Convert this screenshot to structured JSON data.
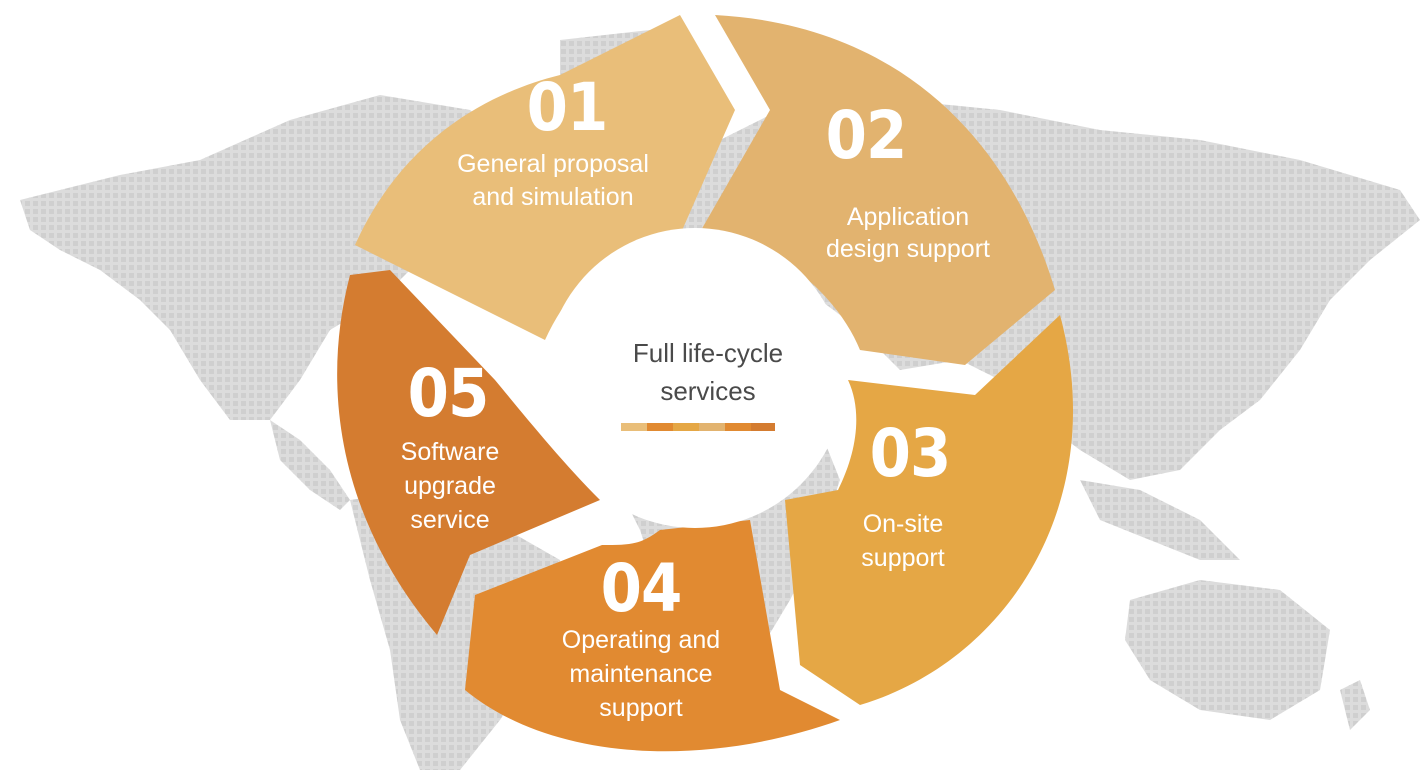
{
  "center": {
    "line1": "Full life-cycle",
    "line2": "services"
  },
  "segments": [
    {
      "number": "01",
      "lines": [
        "General proposal",
        "and simulation"
      ],
      "color": "#E9BE79"
    },
    {
      "number": "02",
      "lines": [
        "Application",
        "design support"
      ],
      "color": "#E2B36F"
    },
    {
      "number": "03",
      "lines": [
        "On-site",
        "support"
      ],
      "color": "#E5A745"
    },
    {
      "number": "04",
      "lines": [
        "Operating and",
        "maintenance",
        "support"
      ],
      "color": "#E18A31"
    },
    {
      "number": "05",
      "lines": [
        "Software",
        "upgrade",
        "service"
      ],
      "color": "#D47C30"
    }
  ],
  "colors": {
    "map": "#d9d9d9",
    "map_dots": "#cfcfcf",
    "center_bar": [
      "#E9BE79",
      "#E18A31",
      "#E5A745",
      "#E2B36F",
      "#E18A31",
      "#D47C30"
    ]
  },
  "background_icon": "world-map"
}
